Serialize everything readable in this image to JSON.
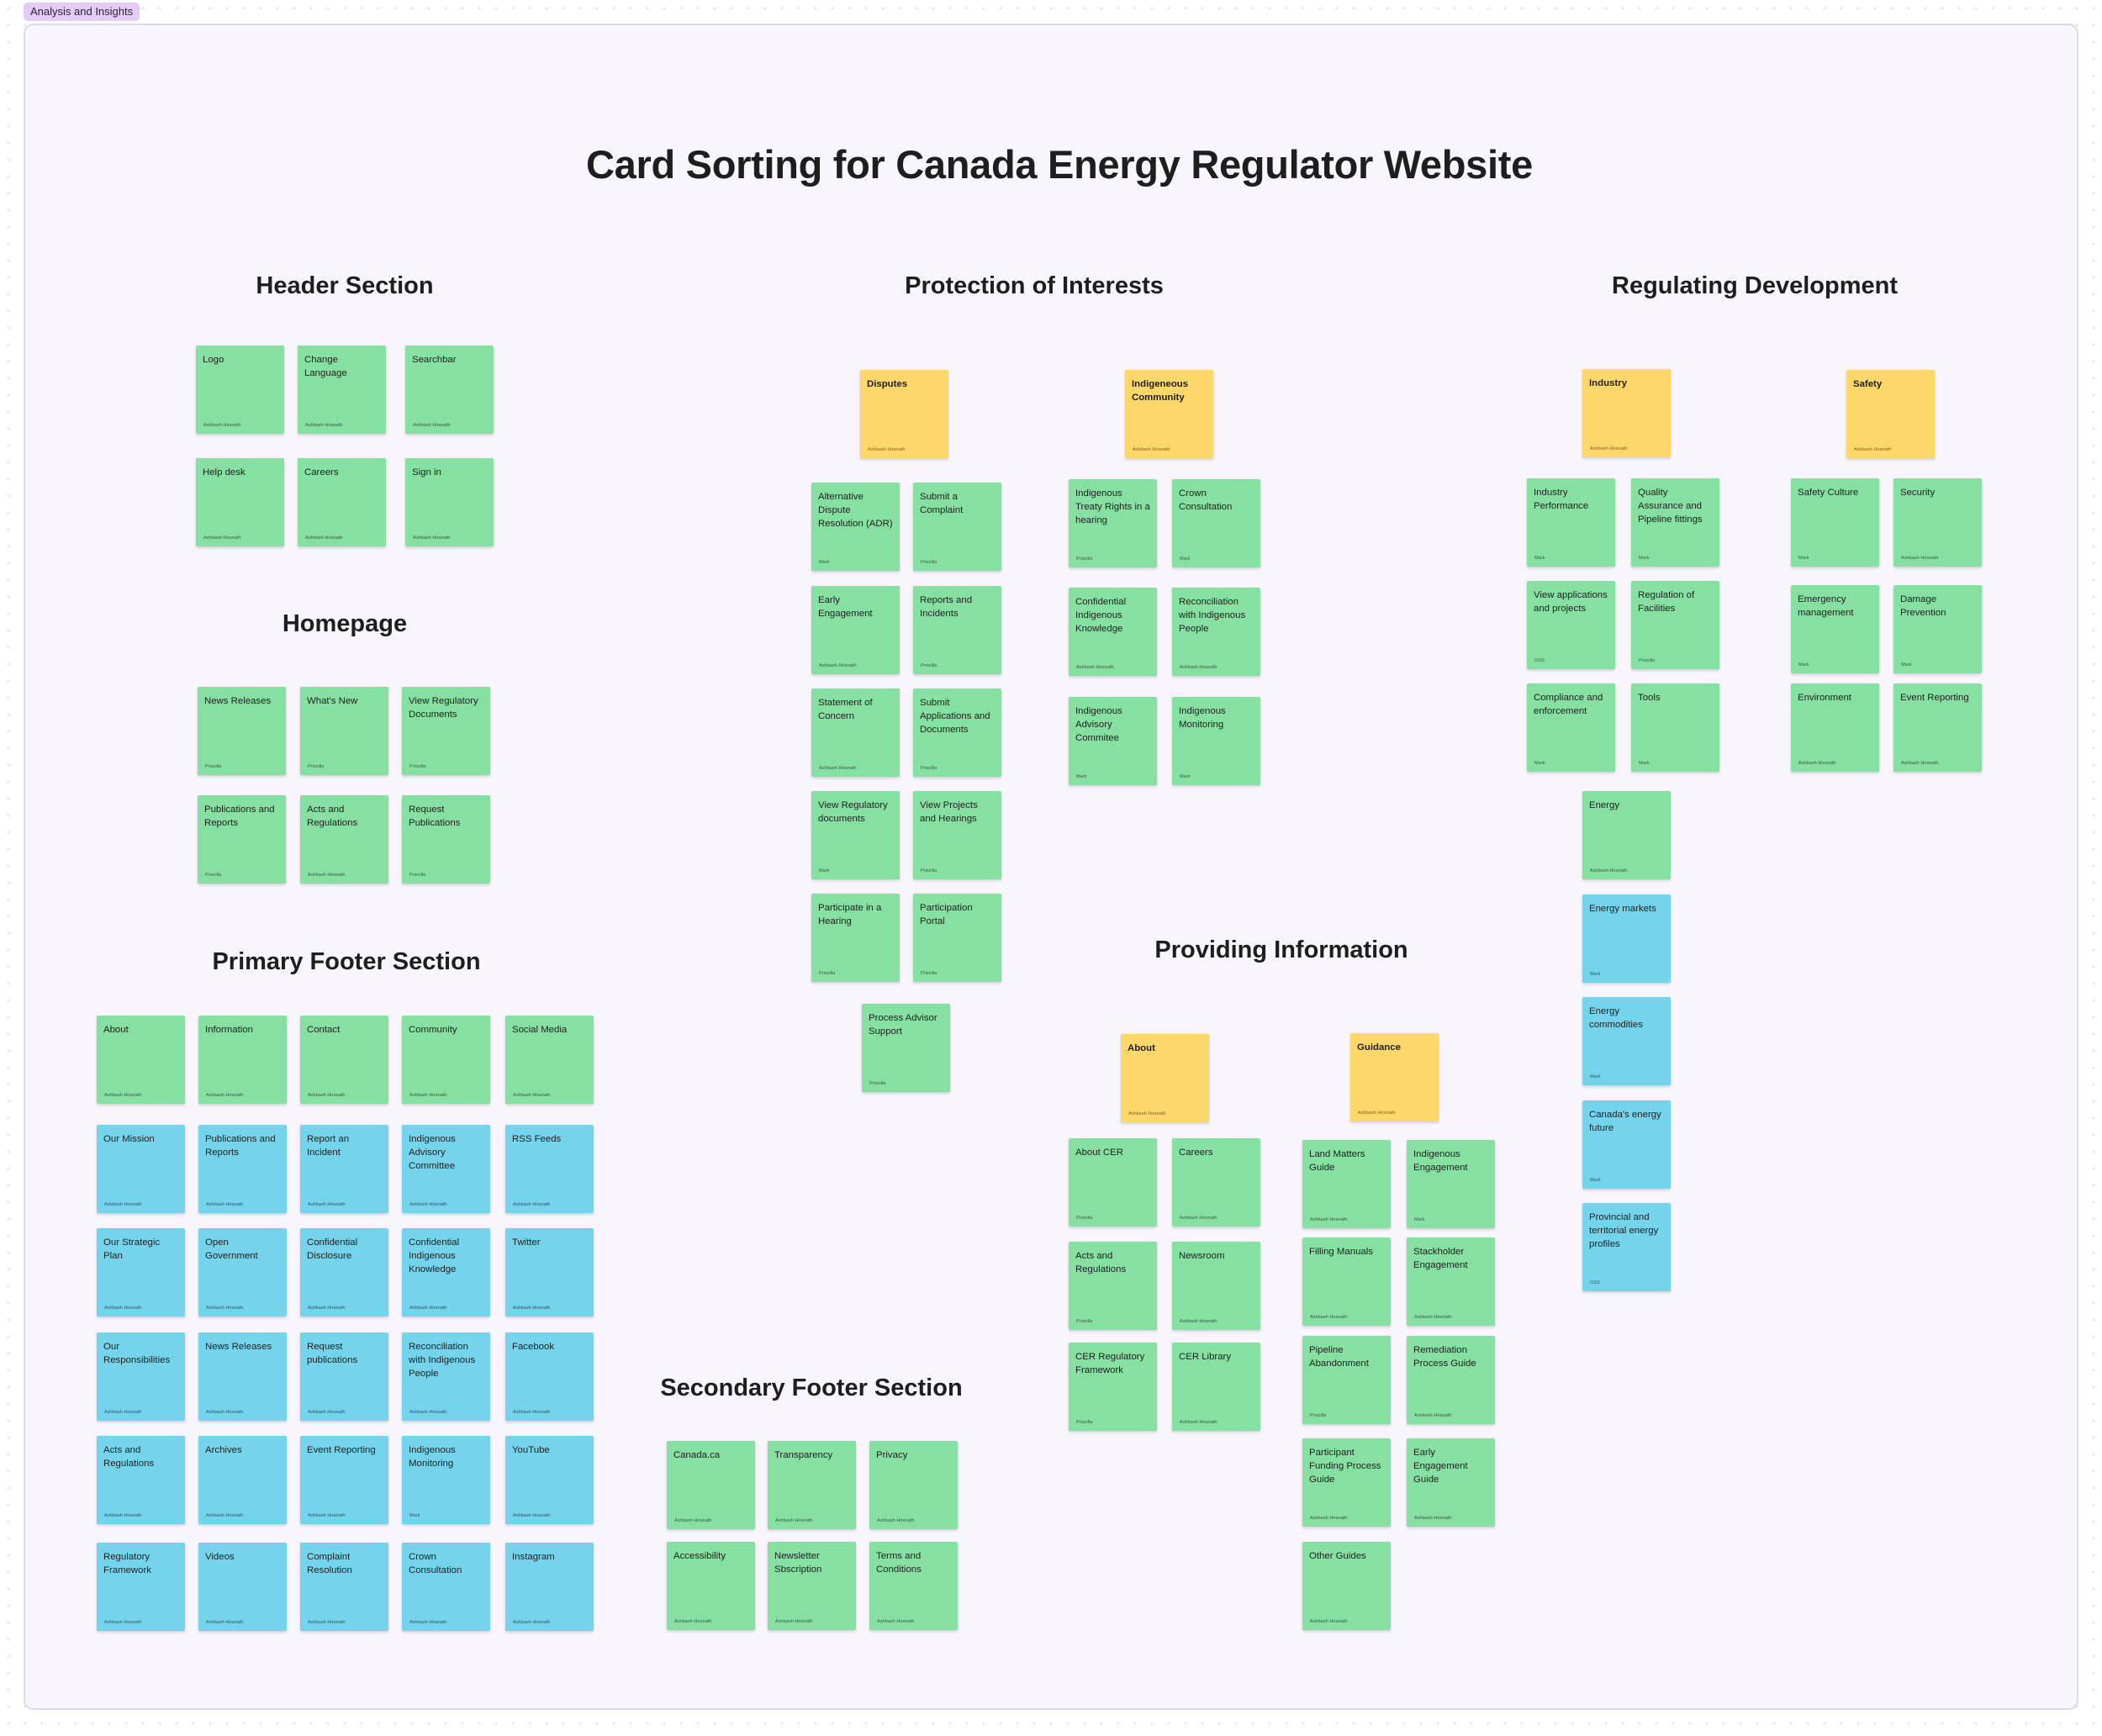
{
  "section_tag": "Analysis and Insights",
  "board_title": "Card Sorting for Canada Energy Regulator Website",
  "colors": {
    "green": "#86e0a2",
    "blue": "#74d4ec",
    "yellow": "#fed76a",
    "section_bg": "#f8f5fd"
  },
  "groups": [
    {
      "title": "Header Section",
      "cards": [
        {
          "label": "Logo",
          "author": "Ashbash Hiranath",
          "color": "green"
        },
        {
          "label": "Change Language",
          "author": "Ashbash Hiranath",
          "color": "green"
        },
        {
          "label": "Searchbar",
          "author": "Ashbash Hiranath",
          "color": "green"
        },
        {
          "label": "Help desk",
          "author": "Ashbash Hiranath",
          "color": "green"
        },
        {
          "label": "Careers",
          "author": "Ashbash Hiranath",
          "color": "green"
        },
        {
          "label": "Sign in",
          "author": "Ashbash Hiranath",
          "color": "green"
        }
      ]
    },
    {
      "title": "Homepage",
      "cards": [
        {
          "label": "News Releases",
          "author": "Priscilla",
          "color": "green"
        },
        {
          "label": "What's New",
          "author": "Priscilla",
          "color": "green"
        },
        {
          "label": "View Regulatory Documents",
          "author": "Priscilla",
          "color": "green"
        },
        {
          "label": "Publications and Reports",
          "author": "Priscilla",
          "color": "green"
        },
        {
          "label": "Acts and Regulations",
          "author": "Ashbash Hiranath",
          "color": "green"
        },
        {
          "label": "Request Publications",
          "author": "Priscilla",
          "color": "green"
        }
      ]
    },
    {
      "title": "Primary Footer Section",
      "cards": [
        {
          "label": "About",
          "author": "Ashbash Hiranath",
          "color": "green"
        },
        {
          "label": "Information",
          "author": "Ashbash Hiranath",
          "color": "green"
        },
        {
          "label": "Contact",
          "author": "Ashbash Hiranath",
          "color": "green"
        },
        {
          "label": "Community",
          "author": "Ashbash Hiranath",
          "color": "green"
        },
        {
          "label": "Social Media",
          "author": "Ashbash Hiranath",
          "color": "green"
        },
        {
          "label": "Our Mission",
          "author": "Ashbash Hiranath",
          "color": "blue"
        },
        {
          "label": "Publications and Reports",
          "author": "Ashbash Hiranath",
          "color": "blue"
        },
        {
          "label": "Report an Incident",
          "author": "Ashbash Hiranath",
          "color": "blue"
        },
        {
          "label": "Indigenous Advisory Committee",
          "author": "Ashbash Hiranath",
          "color": "blue"
        },
        {
          "label": "RSS Feeds",
          "author": "Ashbash Hiranath",
          "color": "blue"
        },
        {
          "label": "Our Strategic Plan",
          "author": "Ashbash Hiranath",
          "color": "blue"
        },
        {
          "label": "Open Government",
          "author": "Ashbash Hiranath",
          "color": "blue"
        },
        {
          "label": "Confidential Disclosure",
          "author": "Ashbash Hiranath",
          "color": "blue"
        },
        {
          "label": "Confidential Indigenous Knowledge",
          "author": "Ashbash Hiranath",
          "color": "blue"
        },
        {
          "label": "Twitter",
          "author": "Ashbash Hiranath",
          "color": "blue"
        },
        {
          "label": "Our Responsibilities",
          "author": "Ashbash Hiranath",
          "color": "blue"
        },
        {
          "label": "News Releases",
          "author": "Ashbash Hiranath",
          "color": "blue"
        },
        {
          "label": "Request publications",
          "author": "Ashbash Hiranath",
          "color": "blue"
        },
        {
          "label": "Reconciliation with Indigenous People",
          "author": "Ashbash Hiranath",
          "color": "blue"
        },
        {
          "label": "Facebook",
          "author": "Ashbash Hiranath",
          "color": "blue"
        },
        {
          "label": "Acts and Regulations",
          "author": "Ashbash Hiranath",
          "color": "blue"
        },
        {
          "label": "Archives",
          "author": "Ashbash Hiranath",
          "color": "blue"
        },
        {
          "label": "Event Reporting",
          "author": "Ashbash Hiranath",
          "color": "blue"
        },
        {
          "label": "Indigenous Monitoring",
          "author": "Mark",
          "color": "blue"
        },
        {
          "label": "YouTube",
          "author": "Ashbash Hiranath",
          "color": "blue"
        },
        {
          "label": "Regulatory Framework",
          "author": "Ashbash Hiranath",
          "color": "blue"
        },
        {
          "label": "Videos",
          "author": "Ashbash Hiranath",
          "color": "blue"
        },
        {
          "label": "Complaint Resolution",
          "author": "Ashbash Hiranath",
          "color": "blue"
        },
        {
          "label": "Crown Consultation",
          "author": "Ashbash Hiranath",
          "color": "blue"
        },
        {
          "label": "Instagram",
          "author": "Ashbash Hiranath",
          "color": "blue"
        }
      ]
    },
    {
      "title": "Secondary Footer Section",
      "cards": [
        {
          "label": "Canada.ca",
          "author": "Ashbash Hiranath",
          "color": "green"
        },
        {
          "label": "Transparency",
          "author": "Ashbash Hiranath",
          "color": "green"
        },
        {
          "label": "Privacy",
          "author": "Ashbash Hiranath",
          "color": "green"
        },
        {
          "label": "Accessibility",
          "author": "Ashbash Hiranath",
          "color": "green"
        },
        {
          "label": "Newsletter Sbscription",
          "author": "Ashbash Hiranath",
          "color": "green"
        },
        {
          "label": "Terms and Conditions",
          "author": "Ashbash Hiranath",
          "color": "green"
        }
      ]
    },
    {
      "title": "Protection of Interests",
      "cards": [
        {
          "label": "Disputes",
          "author": "Ashbash Hiranath",
          "color": "yellow"
        },
        {
          "label": "Alternative Dispute Resolution (ADR)",
          "author": "Mark",
          "color": "green"
        },
        {
          "label": "Submit a Complaint",
          "author": "Priscilla",
          "color": "green"
        },
        {
          "label": "Early Engagement",
          "author": "Ashbash Hiranath",
          "color": "green"
        },
        {
          "label": "Reports and Incidents",
          "author": "Priscilla",
          "color": "green"
        },
        {
          "label": "Statement of Concern",
          "author": "Ashbash Hiranath",
          "color": "green"
        },
        {
          "label": "Submit Applications and Documents",
          "author": "Priscilla",
          "color": "green"
        },
        {
          "label": "View Regulatory documents",
          "author": "Mark",
          "color": "green"
        },
        {
          "label": "View Projects and Hearings",
          "author": "Priscilla",
          "color": "green"
        },
        {
          "label": "Participate in a Hearing",
          "author": "Priscilla",
          "color": "green"
        },
        {
          "label": "Participation Portal",
          "author": "Priscilla",
          "color": "green"
        },
        {
          "label": "Process Advisor Support",
          "author": "Priscilla",
          "color": "green"
        },
        {
          "label": "Indigeneous Community",
          "author": "Ashbash Hiranath",
          "color": "yellow"
        },
        {
          "label": "Indigenous Treaty Rights in a hearing",
          "author": "Priscilla",
          "color": "green"
        },
        {
          "label": "Crown Consultation",
          "author": "Mark",
          "color": "green"
        },
        {
          "label": "Confidential Indigenous Knowledge",
          "author": "Ashbash Hiranath",
          "color": "green"
        },
        {
          "label": "Reconciliation with Indigenous People",
          "author": "Ashbash Hiranath",
          "color": "green"
        },
        {
          "label": "Indigenous Advisory Commitee",
          "author": "Mark",
          "color": "green"
        },
        {
          "label": "Indigenous Monitoring",
          "author": "Mark",
          "color": "green"
        }
      ]
    },
    {
      "title": "Providing Information",
      "cards": [
        {
          "label": "About",
          "author": "Ashbash Hiranath",
          "color": "yellow"
        },
        {
          "label": "About CER",
          "author": "Priscilla",
          "color": "green"
        },
        {
          "label": "Careers",
          "author": "Ashbash Hiranath",
          "color": "green"
        },
        {
          "label": "Acts and Regulations",
          "author": "Priscilla",
          "color": "green"
        },
        {
          "label": "Newsroom",
          "author": "Ashbash Hiranath",
          "color": "green"
        },
        {
          "label": "CER Regulatory Framework",
          "author": "Priscilla",
          "color": "green"
        },
        {
          "label": "CER Library",
          "author": "Ashbash Hiranath",
          "color": "green"
        },
        {
          "label": "Guidance",
          "author": "Ashbash Hiranath",
          "color": "yellow"
        },
        {
          "label": "Land Matters Guide",
          "author": "Ashbash Hiranath",
          "color": "green"
        },
        {
          "label": "Indigenous Engagement",
          "author": "Mark",
          "color": "green"
        },
        {
          "label": "Filling Manuals",
          "author": "Ashbash Hiranath",
          "color": "green"
        },
        {
          "label": "Stackholder Engagement",
          "author": "Ashbash Hiranath",
          "color": "green"
        },
        {
          "label": "Pipeline Abandonment",
          "author": "Priscilla",
          "color": "green"
        },
        {
          "label": "Remediation Process Guide",
          "author": "Ashbash Hiranath",
          "color": "green"
        },
        {
          "label": "Participant Funding Process Guide",
          "author": "Ashbash Hiranath",
          "color": "green"
        },
        {
          "label": "Early Engagement Guide",
          "author": "Ashbash Hiranath",
          "color": "green"
        },
        {
          "label": "Other Guides",
          "author": "Ashbash Hiranath",
          "color": "green"
        }
      ]
    },
    {
      "title": "Regulating Development",
      "cards": [
        {
          "label": "Industry",
          "author": "Ashbash Hiranath",
          "color": "yellow"
        },
        {
          "label": "Industry Performance",
          "author": "Mark",
          "color": "green"
        },
        {
          "label": "Quality Assurance and Pipeline fittings",
          "author": "Mark",
          "color": "green"
        },
        {
          "label": "View applications and projects",
          "author": "OSS",
          "color": "green"
        },
        {
          "label": "Regulation of Facilities",
          "author": "Priscilla",
          "color": "green"
        },
        {
          "label": "Compliance and enforcement",
          "author": "Mark",
          "color": "green"
        },
        {
          "label": "Tools",
          "author": "Mark",
          "color": "green"
        },
        {
          "label": "Energy",
          "author": "Ashbash Hiranath",
          "color": "green"
        },
        {
          "label": "Energy markets",
          "author": "Mark",
          "color": "blue"
        },
        {
          "label": "Energy commodities",
          "author": "Mark",
          "color": "blue"
        },
        {
          "label": "Canada's energy future",
          "author": "Mark",
          "color": "blue"
        },
        {
          "label": "Provincial and territorial energy profiles",
          "author": "OSS",
          "color": "blue"
        },
        {
          "label": "Safety",
          "author": "Ashbash Hiranath",
          "color": "yellow"
        },
        {
          "label": "Safety Culture",
          "author": "Mark",
          "color": "green"
        },
        {
          "label": "Security",
          "author": "Ashbash Hiranath",
          "color": "green"
        },
        {
          "label": "Emergency management",
          "author": "Mark",
          "color": "green"
        },
        {
          "label": "Damage Prevention",
          "author": "Mark",
          "color": "green"
        },
        {
          "label": "Environment",
          "author": "Ashbash Hiranath",
          "color": "green"
        },
        {
          "label": "Event Reporting",
          "author": "Ashbash Hiranath",
          "color": "green"
        }
      ]
    }
  ]
}
